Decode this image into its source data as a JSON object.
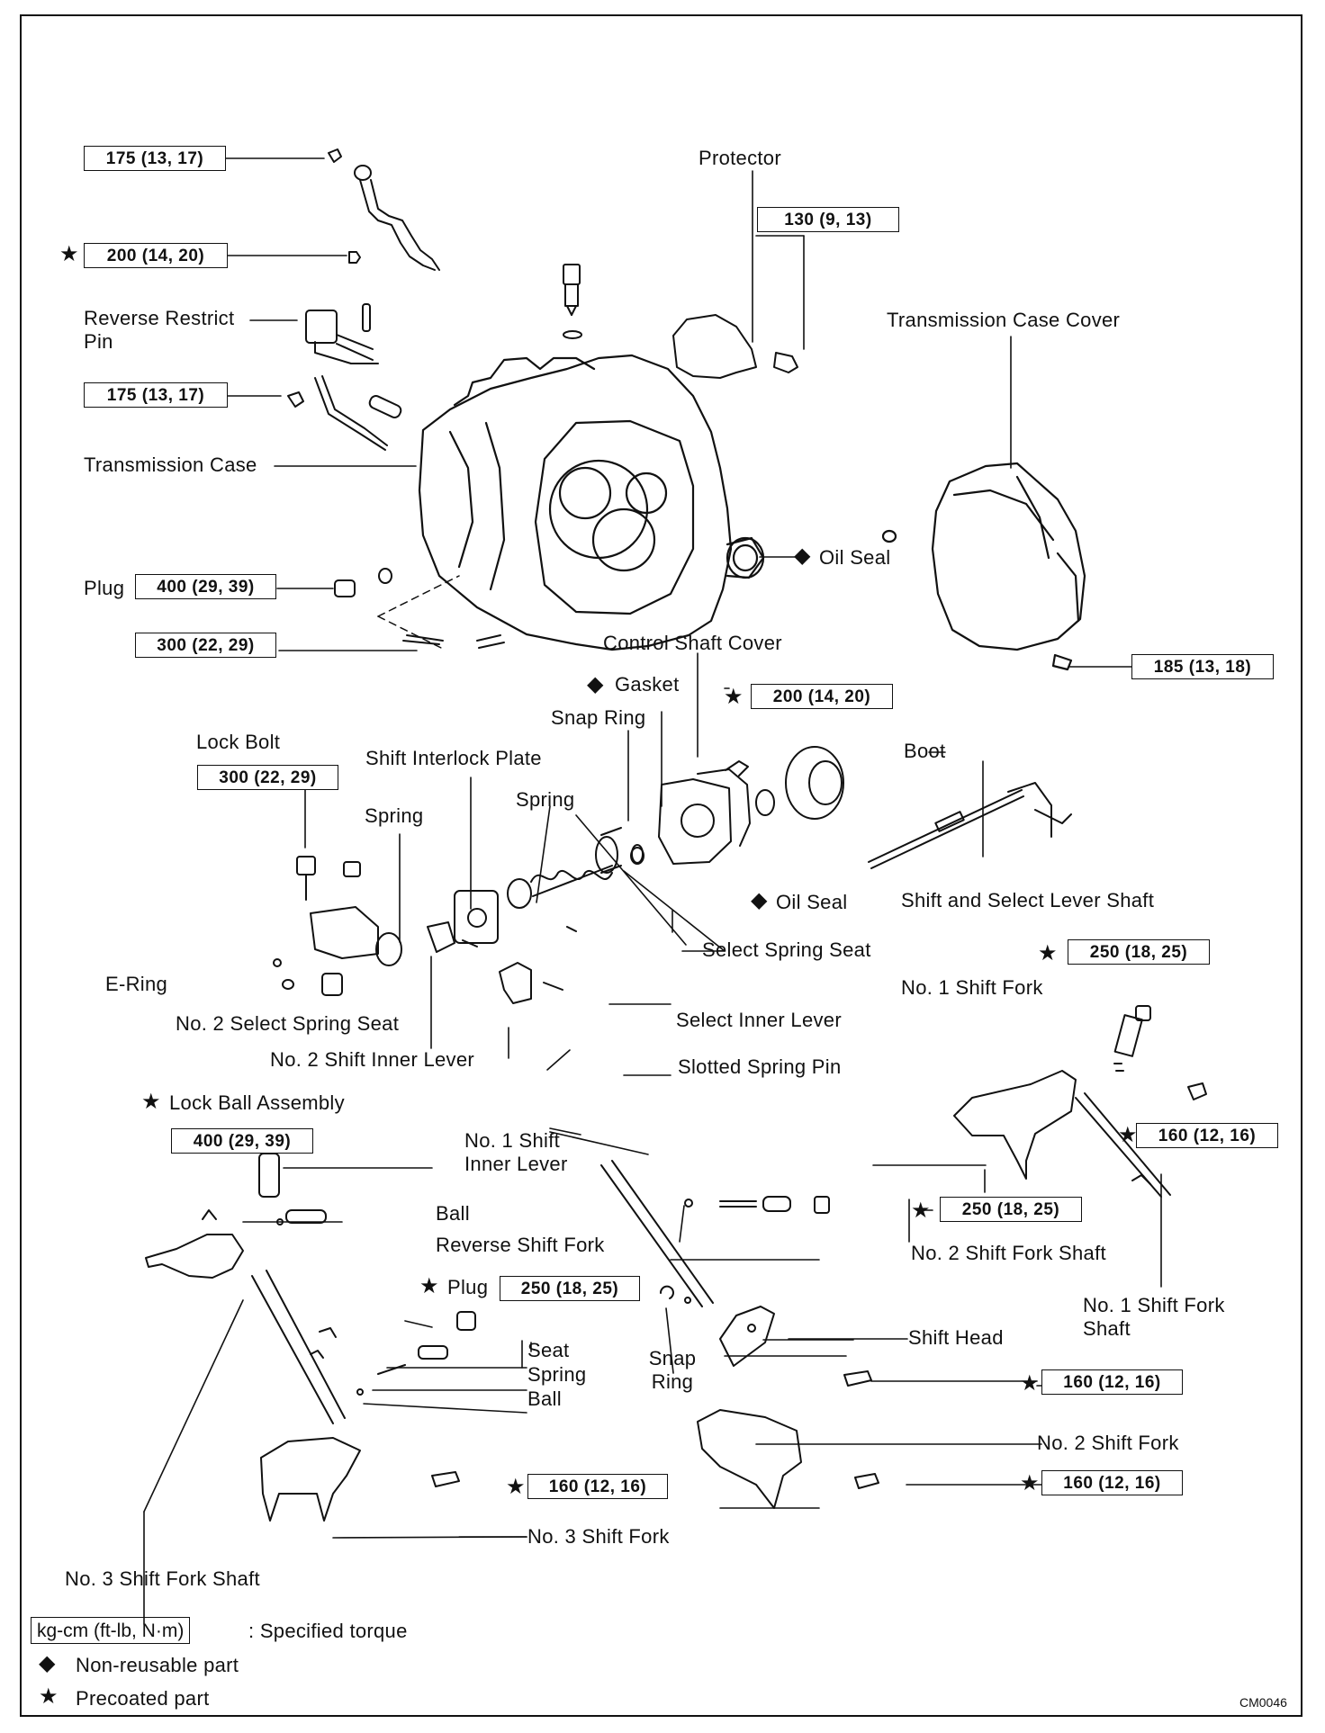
{
  "figure_code": "CM0046",
  "labels": {
    "protector": "Protector",
    "reverse_restrict_pin": "Reverse Restrict Pin",
    "transmission_case_cover": "Transmission Case Cover",
    "transmission_case": "Transmission Case",
    "plug": "Plug",
    "oil_seal_case": "Oil Seal",
    "control_shaft_cover": "Control Shaft Cover",
    "gasket": "Gasket",
    "snap_ring_top": "Snap Ring",
    "lock_bolt": "Lock Bolt",
    "shift_interlock_plate": "Shift Interlock Plate",
    "spring_left": "Spring",
    "spring_mid": "Spring",
    "boot": "Boot",
    "oil_seal_cover": "Oil Seal",
    "shift_select_lever_shaft": "Shift and Select Lever Shaft",
    "select_spring_seat": "Select Spring Seat",
    "e_ring": "E-Ring",
    "no2_select_spring_seat": "No. 2 Select Spring Seat",
    "select_inner_lever": "Select Inner Lever",
    "no2_shift_inner_lever": "No. 2 Shift Inner Lever",
    "slotted_spring_pin": "Slotted Spring Pin",
    "no1_shift_fork": "No. 1 Shift Fork",
    "lock_ball_assembly": "Lock Ball Assembly",
    "no1_shift_inner_lever": "No. 1 Shift Inner Lever",
    "ball_top": "Ball",
    "reverse_shift_fork": "Reverse Shift Fork",
    "no2_shift_fork_shaft": "No. 2 Shift Fork Shaft",
    "no1_shift_fork_shaft": "No. 1 Shift Fork Shaft",
    "plug_lower": "Plug",
    "seat": "Seat",
    "spring_lower": "Spring",
    "ball_lower": "Ball",
    "snap_ring_lower": "Snap Ring",
    "shift_head": "Shift Head",
    "no2_shift_fork": "No. 2 Shift Fork",
    "no3_shift_fork": "No. 3 Shift Fork",
    "no3_shift_fork_shaft": "No. 3 Shift Fork Shaft"
  },
  "torques": {
    "t_bracket_top": "175 (13, 17)",
    "t_bracket_bolt": "200 (14, 20)",
    "t_protector": "130 (9, 13)",
    "t_lever_175": "175 (13, 17)",
    "t_plug": "400 (29, 39)",
    "t_case_bolt": "300 (22, 29)",
    "t_cover_bolt": "185 (13, 18)",
    "t_control_cover": "200 (14, 20)",
    "t_lock_bolt": "300 (22, 29)",
    "t_no1_fork_plug": "250 (18, 25)",
    "t_no1_fork_bolt": "160 (12, 16)",
    "t_lock_ball": "400 (29, 39)",
    "t_no2_shaft_plug": "250 (18, 25)",
    "t_plug_lower": "250 (18, 25)",
    "t_shift_head": "160 (12, 16)",
    "t_no3_fork": "160 (12, 16)",
    "t_no2_fork": "160 (12, 16)"
  },
  "legend": {
    "torque_box": "kg-cm (ft-lb, N·m)",
    "torque_desc": ": Specified torque",
    "non_reusable_desc": "Non-reusable part",
    "precoated_desc": "Precoated part"
  },
  "symbols": {
    "star_icon": "★",
    "diamond_icon": "◆"
  }
}
